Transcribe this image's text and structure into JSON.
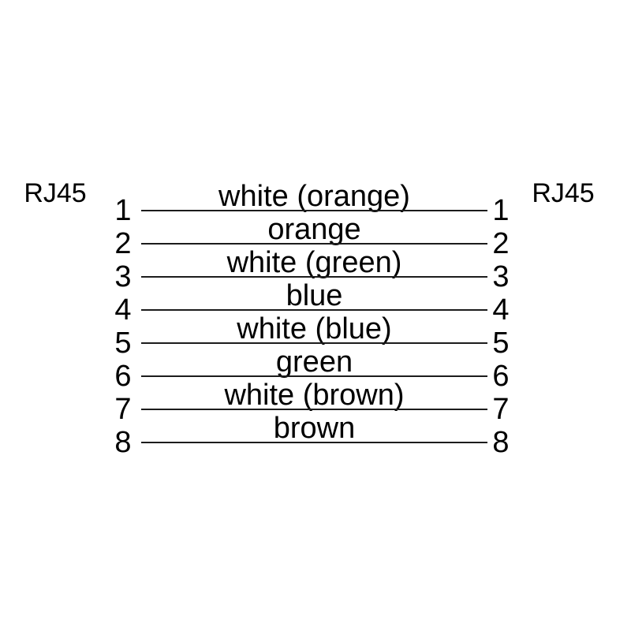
{
  "diagram": {
    "type": "rj45-pinout-wiring-diagram",
    "connector_left": {
      "label": "RJ45"
    },
    "connector_right": {
      "label": "RJ45"
    },
    "wires": [
      {
        "pin_left": "1",
        "label": "white (orange)",
        "pin_right": "1"
      },
      {
        "pin_left": "2",
        "label": "orange",
        "pin_right": "2"
      },
      {
        "pin_left": "3",
        "label": "white (green)",
        "pin_right": "3"
      },
      {
        "pin_left": "4",
        "label": "blue",
        "pin_right": "4"
      },
      {
        "pin_left": "5",
        "label": "white (blue)",
        "pin_right": "5"
      },
      {
        "pin_left": "6",
        "label": "green",
        "pin_right": "6"
      },
      {
        "pin_left": "7",
        "label": "white (brown)",
        "pin_right": "7"
      },
      {
        "pin_left": "8",
        "label": "brown",
        "pin_right": "8"
      }
    ],
    "colors": {
      "text": "#000000",
      "wire_line": "#1c1c1c",
      "background": "#ffffff"
    }
  }
}
